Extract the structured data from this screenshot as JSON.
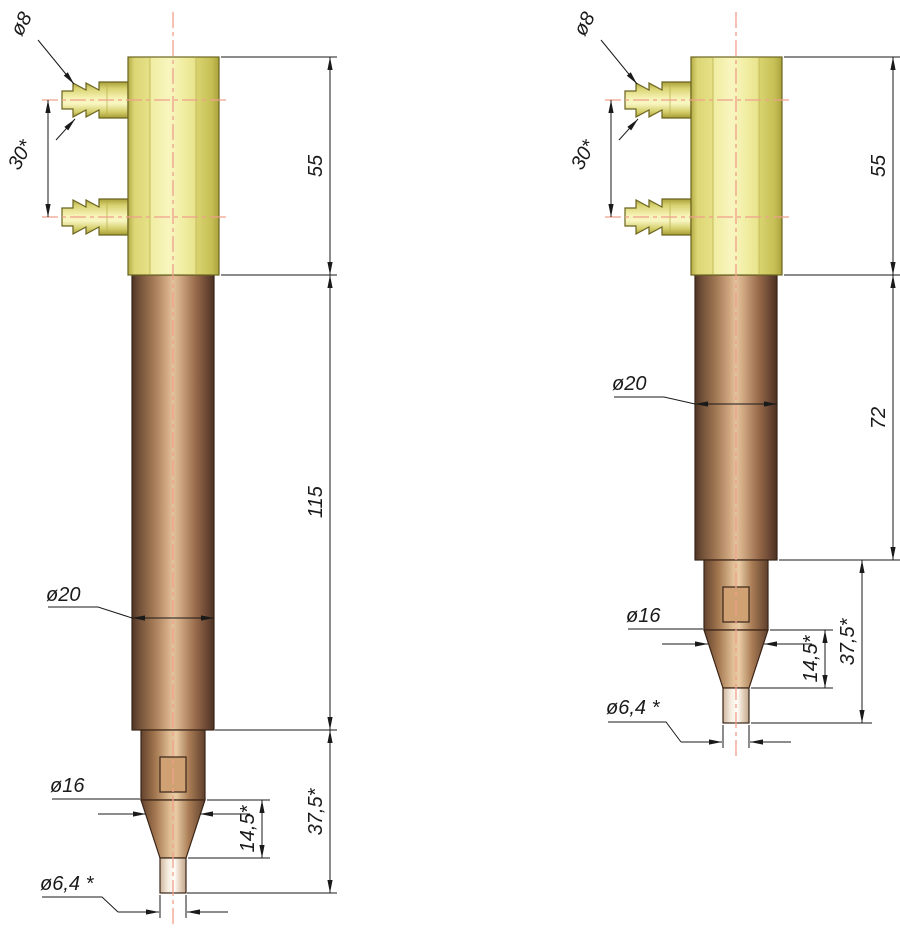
{
  "drawing": {
    "type": "technical-drawing",
    "description": "Two water-cooled welding electrode holders with hose barb fittings, dimensioned front views",
    "units": "mm",
    "colors": {
      "brass": "#f0eda2",
      "copper": "#a07753",
      "centerline": "#f0a08c",
      "dimension_lines": "#1a1a1a",
      "background": "#ffffff"
    },
    "figures": [
      {
        "id": "long-electrode",
        "dimensions": {
          "barb_diameter": "ø8",
          "barb_spacing": "30*",
          "head_height": "55",
          "body_length": "115",
          "body_diameter": "ø20",
          "tip_section_diameter": "ø16",
          "cone_length": "14,5*",
          "tip_length": "37,5*",
          "tip_end_diameter": "ø6,4 *"
        }
      },
      {
        "id": "short-electrode",
        "dimensions": {
          "barb_diameter": "ø8",
          "barb_spacing": "30*",
          "head_height": "55",
          "body_length": "72",
          "body_diameter": "ø20",
          "tip_section_diameter": "ø16",
          "cone_length": "14,5*",
          "tip_length": "37,5*",
          "tip_end_diameter": "ø6,4 *"
        }
      }
    ]
  }
}
